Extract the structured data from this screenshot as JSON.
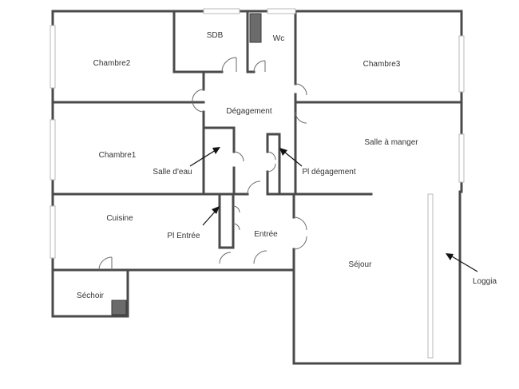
{
  "rooms": {
    "chambre2": "Chambre2",
    "sdb": "SDB",
    "wc": "Wc",
    "chambre3": "Chambre3",
    "degagement": "Dégagement",
    "chambre1": "Chambre1",
    "salle_a_manger": "Salle à manger",
    "cuisine": "Cuisine",
    "entree": "Entrée",
    "sejour": "Séjour",
    "sechoir": "Séchoir"
  },
  "annotations": {
    "salle_deau": "Salle d'eau",
    "pl_degagement": "Pl dégagement",
    "pl_entree": "Pl Entrée",
    "loggia": "Loggia"
  },
  "colors": {
    "wall": "#4a4a4a",
    "background": "#ffffff",
    "text": "#333333",
    "arrow": "#111111"
  }
}
